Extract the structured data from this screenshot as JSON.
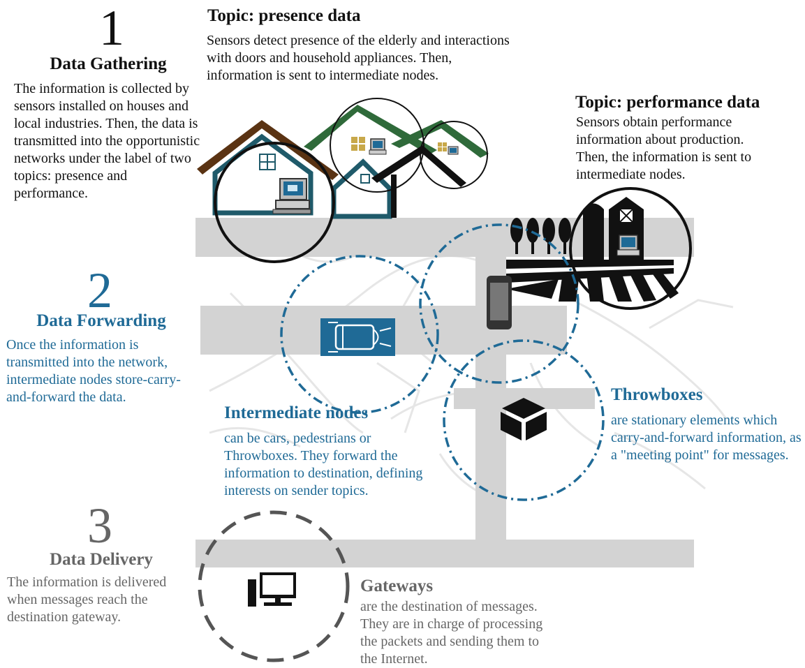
{
  "colors": {
    "blue": "#1f6a96",
    "gray": "#666666",
    "black": "#111111",
    "road": "#d3d3d3",
    "green": "#2f6a3a",
    "brown": "#5a3313"
  },
  "step1": {
    "number": "1",
    "title": "Data Gathering",
    "text": "The information is collected by sensors installed on houses and local industries. Then, the data is transmitted into the opportunistic networks under the label of two topics: presence and performance."
  },
  "presence": {
    "title": "Topic: presence data",
    "text": "Sensors detect presence of the elderly and interactions with doors and household appliances. Then, information is sent to intermediate nodes."
  },
  "performance": {
    "title": "Topic: performance data",
    "text": "Sensors obtain performance information about production. Then, the information is sent to intermediate nodes."
  },
  "step2": {
    "number": "2",
    "title": "Data Forwarding",
    "text": "Once the information is transmitted into the network, intermediate nodes store-carry-and-forward the data."
  },
  "intermediate": {
    "title": "Intermediate nodes",
    "text": "can be cars, pedestrians or Throwboxes. They forward the information to destination, defining interests on sender topics."
  },
  "throwboxes": {
    "title": "Throwboxes",
    "text": "are stationary elements which carry-and-forward information, as a \"meeting point\" for messages."
  },
  "step3": {
    "number": "3",
    "title": "Data Delivery",
    "text": "The information is delivered when messages reach  the destination gateway."
  },
  "gateways": {
    "title": "Gateways",
    "text": "are the destination of messages. They are in charge of processing the packets and sending them to the Internet."
  },
  "icons": [
    "house-icon",
    "computer-sensor-icon",
    "farm-icon",
    "car-icon",
    "smartphone-icon",
    "throwbox-cube-icon",
    "desktop-gateway-icon"
  ]
}
